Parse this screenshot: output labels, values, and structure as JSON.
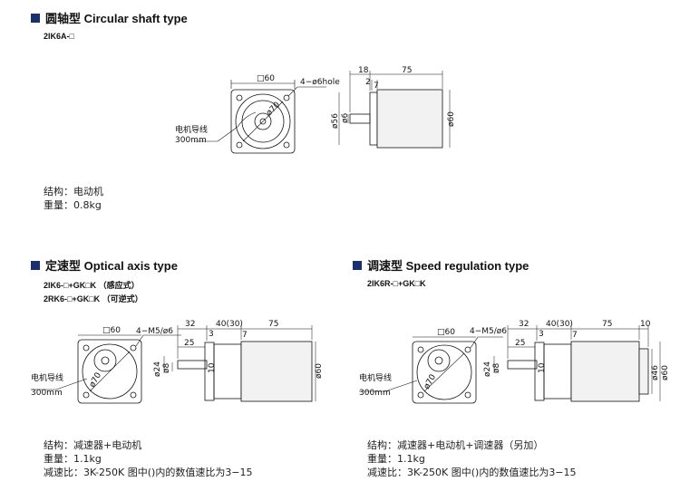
{
  "sections": {
    "circular": {
      "title": "圆轴型 Circular shaft type",
      "model": "2IK6A-□",
      "spec": {
        "structure": "结构：电动机",
        "weight": "重量：0.8kg"
      },
      "labels": {
        "square": "□60",
        "holes": "4−ø6hole",
        "diag": "ø70",
        "lead_line1": "电机导线",
        "lead_line2": "300mm",
        "d18": "18",
        "d75": "75",
        "d2": "2",
        "d7": "7",
        "d56": "ø56",
        "d6": "ø6",
        "d60": "ø60"
      }
    },
    "optical": {
      "title": "定速型 Optical  axis type",
      "model1": "2IK6-□+GK□K  （感应式）",
      "model2": "2RK6-□+GK□K  （可逆式）",
      "spec": {
        "structure": "结构：减速器+电动机",
        "weight": "重量：1.1kg",
        "ratio": "减速比：3K-250K 图中()内的数值速比为3−15"
      },
      "labels": {
        "square": "□60",
        "holes": "4−M5/ø6",
        "diag": "ø70",
        "lead_line1": "电机导线",
        "lead_line2": "300mm",
        "d32": "32",
        "d40": "40(30)",
        "d75": "75",
        "d25": "25",
        "d3": "3",
        "d7": "7",
        "d24": "ø24",
        "d8": "ø8",
        "d10": "10",
        "d60": "ø60"
      }
    },
    "speed": {
      "title": "调速型 Speed regulation type",
      "model": "2IK6R-□+GK□K",
      "spec": {
        "structure": "结构：减速器+电动机+调速器（另加）",
        "weight": "重量：1.1kg",
        "ratio": "减速比：3K-250K 图中()内的数值速比为3−15"
      },
      "labels": {
        "square": "□60",
        "holes": "4−M5/ø6",
        "diag": "ø70",
        "lead_line1": "电机导线",
        "lead_line2": "300mm",
        "d32": "32",
        "d40": "40(30)",
        "d75": "75",
        "d10top": "10",
        "d25": "25",
        "d3": "3",
        "d7": "7",
        "d24": "ø24",
        "d8": "ø8",
        "d10": "10",
        "d46": "ø46",
        "d60": "ø60"
      }
    }
  }
}
